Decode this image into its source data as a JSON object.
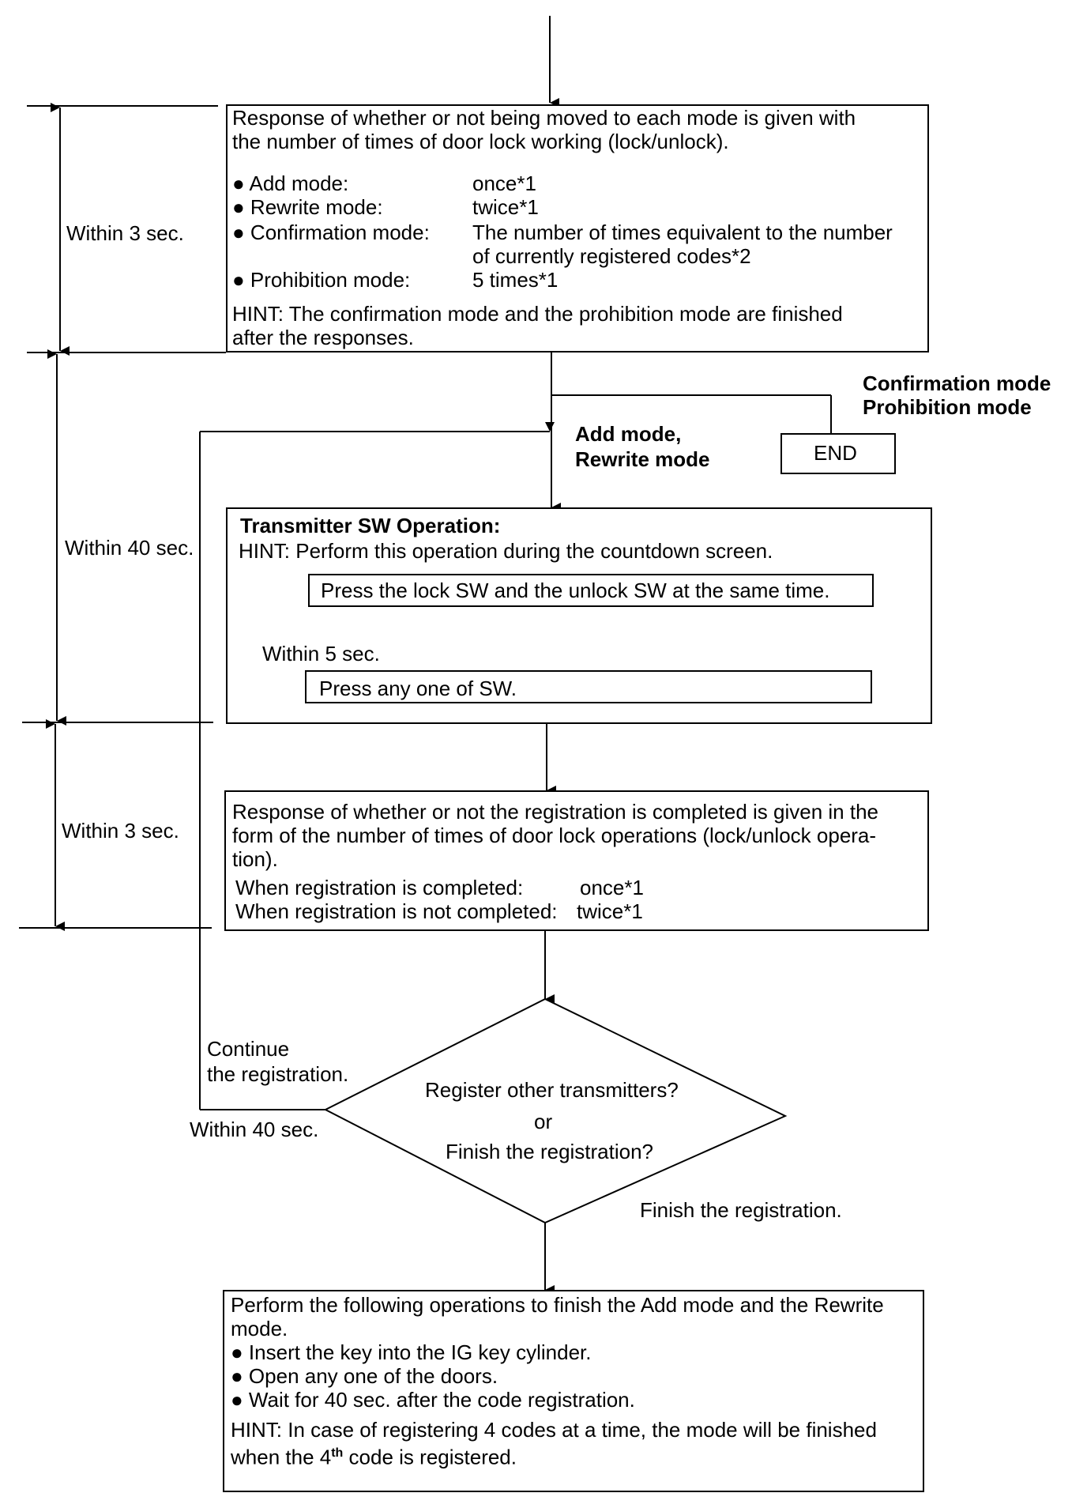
{
  "box1": {
    "intro_line1": "Response of whether or not being moved to each mode is given with",
    "intro_line2": "the number of times of door lock working (lock/unlock).",
    "modes": [
      {
        "label": "● Add mode:",
        "value": "once*1"
      },
      {
        "label": "● Rewrite mode:",
        "value": "twice*1"
      },
      {
        "label": "● Confirmation mode:",
        "value": "The number of times equivalent to the number",
        "value2": "of currently registered codes*2"
      },
      {
        "label": "● Prohibition mode:",
        "value": "5 times*1"
      }
    ],
    "hint_line1": "HINT: The confirmation mode and the prohibition mode are finished",
    "hint_line2": "after the responses."
  },
  "timing": {
    "within_3_a": "Within 3 sec.",
    "within_40": "Within 40 sec.",
    "within_3_b": "Within 3 sec.",
    "within_5": "Within 5 sec.",
    "within_40_loop": "Within 40 sec."
  },
  "branch": {
    "end_condition_line1": "Confirmation mode",
    "end_condition_line2": "Prohibition mode",
    "end_label": "END",
    "continue_condition_line1": "Add mode,",
    "continue_condition_line2": "Rewrite mode"
  },
  "box2": {
    "title": "Transmitter SW Operation:",
    "hint": "HINT: Perform this operation during the countdown screen.",
    "step1": "Press the lock SW and the unlock SW at the same time.",
    "step2": "Press any one of SW."
  },
  "box3": {
    "line1": "Response of whether or not the registration is completed is given in the",
    "line2": "form of the number of times of door lock operations (lock/unlock opera-",
    "line3": "tion).",
    "completed_label": "When registration is completed:",
    "completed_value": "once*1",
    "not_completed_label": "When registration is not completed:",
    "not_completed_value": "twice*1"
  },
  "decision": {
    "line1": "Register other transmitters?",
    "line2": "or",
    "line3": "Finish the registration?",
    "continue_line1": "Continue",
    "continue_line2": "the registration.",
    "finish_label": "Finish the registration."
  },
  "box4": {
    "line1": "Perform the following operations to finish the Add mode and the Rewrite",
    "line2": "mode.",
    "bullet1": "● Insert the key into the IG key cylinder.",
    "bullet2": "● Open any one of the doors.",
    "bullet3": "● Wait for 40 sec. after the code registration.",
    "hint_line1": "HINT: In case of registering 4 codes at a time, the mode will be finished",
    "hint_line2_pre": "when the 4",
    "hint_line2_sup": "th",
    "hint_line2_post": " code is registered."
  }
}
